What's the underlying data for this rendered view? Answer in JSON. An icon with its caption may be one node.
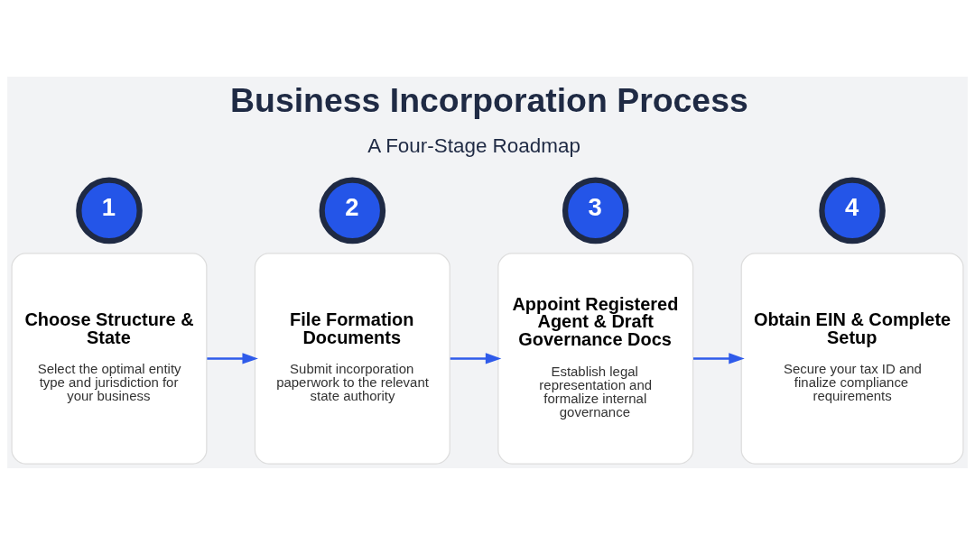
{
  "diagram": {
    "title": "Business Incorporation Process",
    "nodes": [
      {
        "text": [
          "1"
        ]
      },
      {
        "text": [
          "Choose Structure & State",
          "Select the optimal entity type and jurisdiction for your business"
        ]
      },
      {
        "text": [
          "2"
        ]
      },
      {
        "text": [
          "File Formation Documents",
          "Submit incorporation paperwork to the relevant state authority"
        ]
      },
      {
        "text": [
          "3"
        ]
      },
      {
        "text": [
          "Appoint Registered Agent & Draft Governance Docs",
          "Establish legal representation and formalize internal governance"
        ]
      },
      {
        "text": [
          "4"
        ]
      },
      {
        "text": [
          "Obtain EIN & Complete Setup",
          "Secure your tax ID and finalize compliance requirements"
        ]
      }
    ],
    "edges": [
      {
        "from": 1,
        "to": 3,
        "arrow": "to"
      },
      {
        "from": 3,
        "to": 5,
        "arrow": "to"
      },
      {
        "from": 5,
        "to": 7,
        "arrow": "to"
      }
    ],
    "labels": [
      "A Four-Stage Roadmap"
    ]
  }
}
